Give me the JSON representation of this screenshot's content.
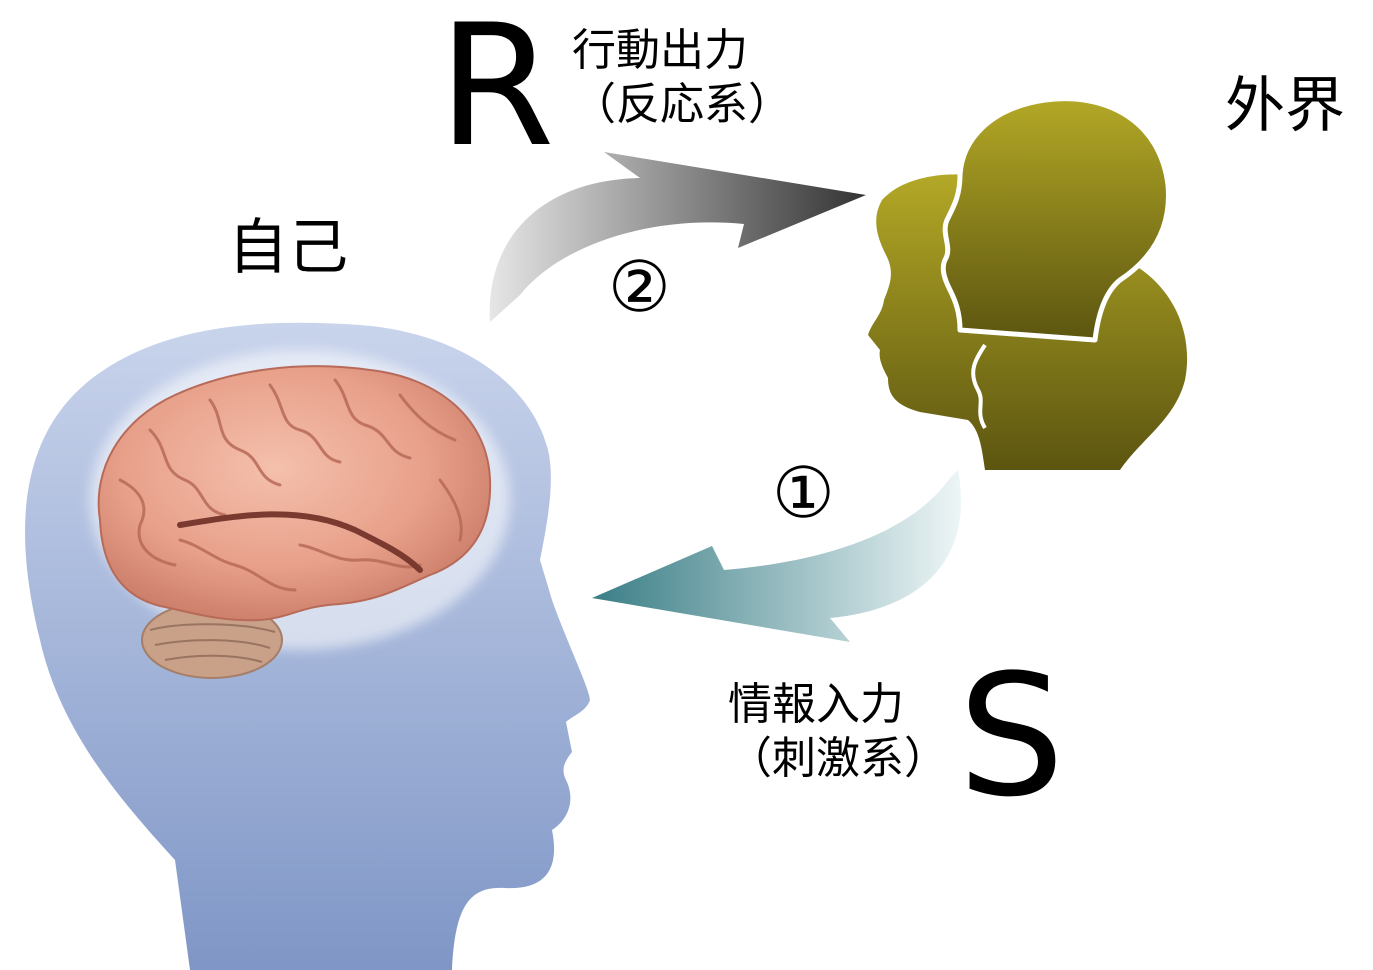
{
  "labels": {
    "response_letter": "R",
    "response_line1": "行動出力",
    "response_line2": "（反応系）",
    "stimulus_letter": "S",
    "stimulus_line1": "情報入力",
    "stimulus_line2": "（刺激系）",
    "self": "自己",
    "outside_world": "外界",
    "step_response": "②",
    "step_stimulus": "①"
  },
  "colors": {
    "self_head_top": "#c9d4ec",
    "self_head_bottom": "#7f96c6",
    "brain": "#e8a08a",
    "brain_shadow": "#b86a58",
    "cerebellum": "#c9a088",
    "others_head_top": "#b3a826",
    "others_head_bottom": "#5c5510",
    "response_arrow_start": "#e0e0e0",
    "response_arrow_end": "#3a3a3a",
    "stimulus_arrow_start": "#e6f2f3",
    "stimulus_arrow_end": "#3d8088"
  }
}
